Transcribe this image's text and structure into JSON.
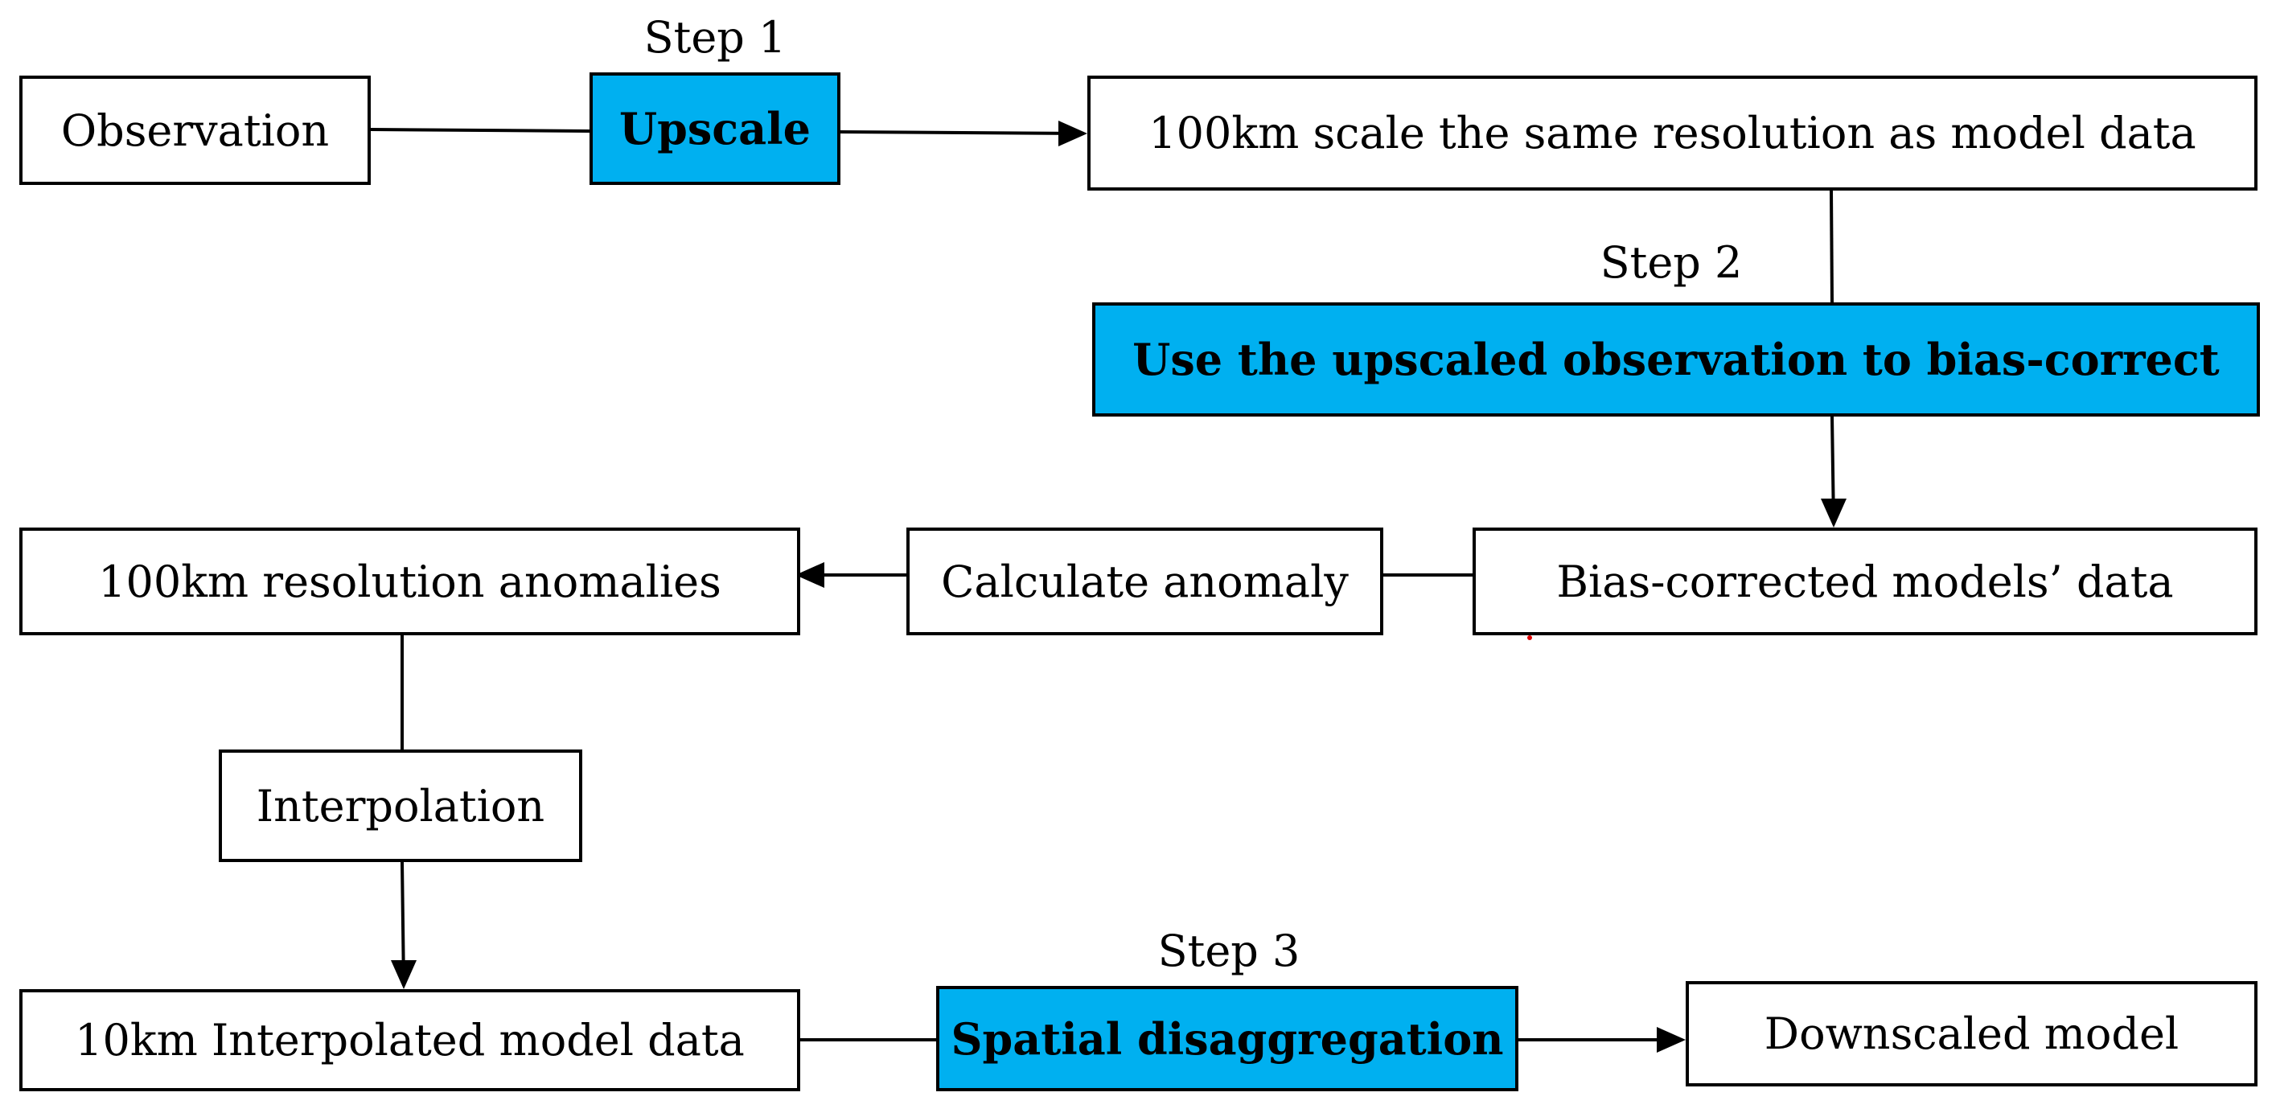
{
  "steps": {
    "step1_label": "Step 1",
    "step2_label": "Step 2",
    "step3_label": "Step 3"
  },
  "nodes": {
    "observation": "Observation",
    "upscale": "Upscale",
    "scale_100km": "100km scale the same resolution as model data",
    "bias_correct": "Use the upscaled observation to bias-correct",
    "bias_corrected_data": "Bias-corrected models’ data",
    "calculate_anomaly": "Calculate anomaly",
    "anomalies_100km": "100km resolution anomalies",
    "interpolation": "Interpolation",
    "interpolated_10km": "10km Interpolated model data",
    "spatial_disaggregation": "Spatial disaggregation",
    "downscaled_model": "Downscaled model"
  },
  "colors": {
    "step_fill": "#00b0f0",
    "box_fill": "#ffffff",
    "stroke": "#000000",
    "stray_mark": "#e00000"
  }
}
